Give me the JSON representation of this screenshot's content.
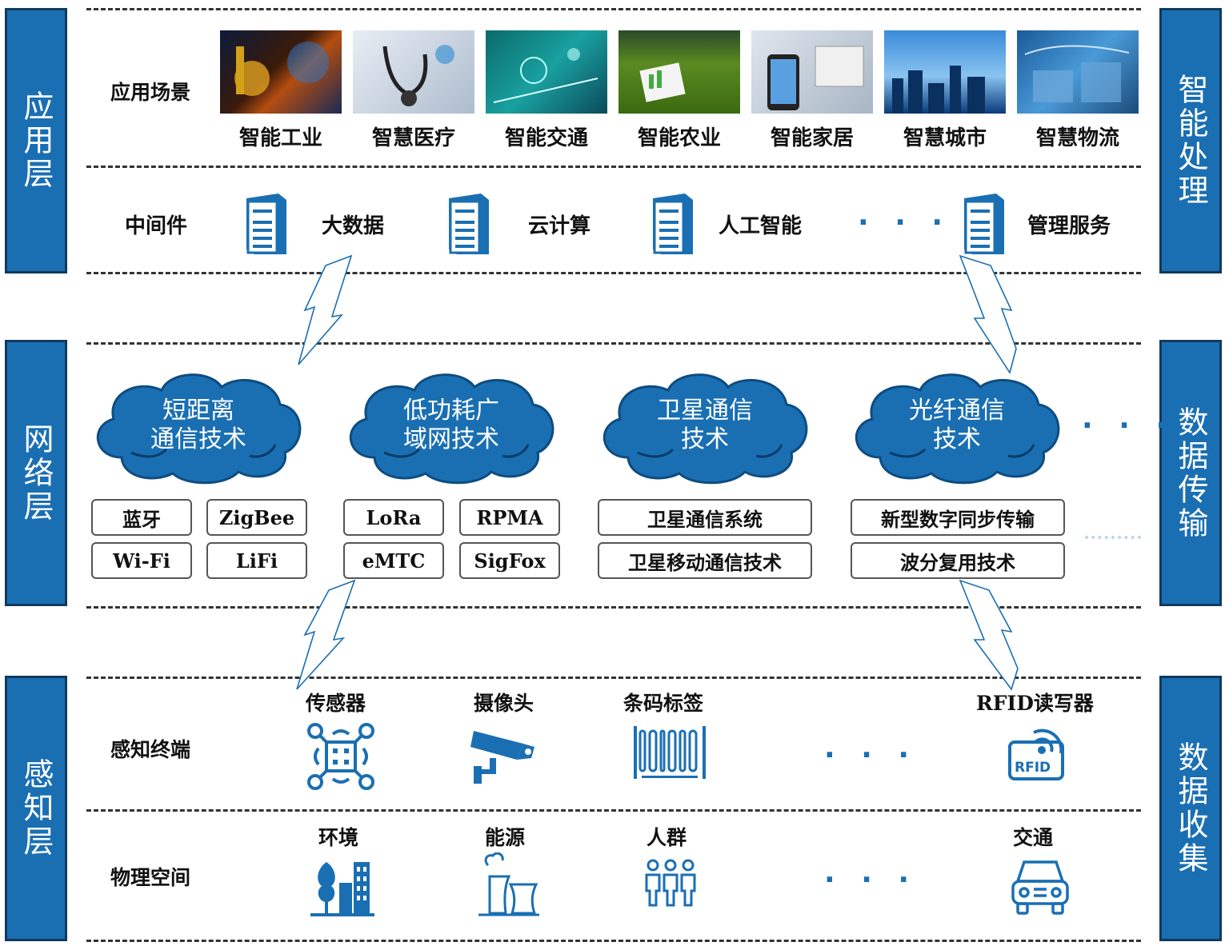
{
  "layers": {
    "left": [
      "应用层",
      "网络层",
      "感知层"
    ],
    "right": [
      "智能处理",
      "数据传输",
      "数据收集"
    ]
  },
  "application": {
    "scenes_label": "应用场景",
    "scenes": [
      "智能工业",
      "智慧医疗",
      "智能交通",
      "智能农业",
      "智能家居",
      "智慧城市",
      "智慧物流"
    ],
    "middleware_label": "中间件",
    "middleware": [
      "大数据",
      "云计算",
      "人工智能",
      "管理服务"
    ],
    "ellipsis": "· · ·"
  },
  "network": {
    "clouds": [
      {
        "line1": "短距离",
        "line2": "通信技术"
      },
      {
        "line1": "低功耗广",
        "line2": "域网技术"
      },
      {
        "line1": "卫星通信",
        "line2": "技术"
      },
      {
        "line1": "光纤通信",
        "line2": "技术"
      }
    ],
    "tech": {
      "short_range": [
        "蓝牙",
        "ZigBee",
        "Wi-Fi",
        "LiFi"
      ],
      "lpwan": [
        "LoRa",
        "RPMA",
        "eMTC",
        "SigFox"
      ],
      "satellite": [
        "卫星通信系统",
        "卫星移动通信技术"
      ],
      "fiber": [
        "新型数字同步传输",
        "波分复用技术"
      ]
    },
    "ellipsis": "· · ·"
  },
  "perception": {
    "terminals_label": "感知终端",
    "terminals": [
      "传感器",
      "摄像头",
      "条码标签",
      "RFID读写器"
    ],
    "rfid_badge": "RFID",
    "physical_label": "物理空间",
    "physical": [
      "环境",
      "能源",
      "人群",
      "交通"
    ],
    "ellipsis": "· · ·"
  },
  "colors": {
    "accent": "#1a6fb3",
    "side_border": "#103a5e",
    "cloud_fill": "#1a6fb3",
    "text": "#111111"
  }
}
